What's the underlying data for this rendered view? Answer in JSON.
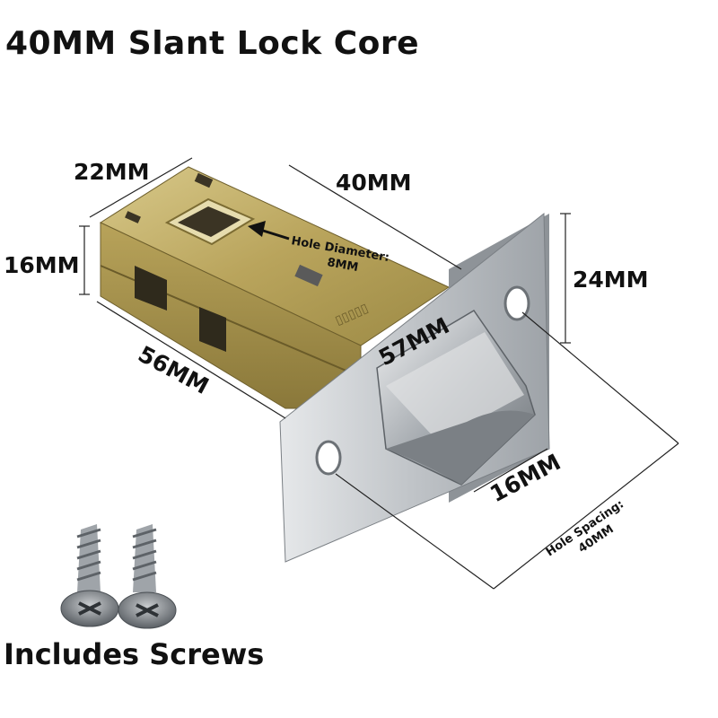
{
  "title": "40MM Slant Lock Core",
  "footer": "Includes Screws",
  "dimensions": {
    "width_top": "22MM",
    "length_top": "40MM",
    "height_side": "16MM",
    "plate_height": "24MM",
    "body_length": "56MM",
    "latch_length": "57MM",
    "latch_width": "16MM"
  },
  "notes": {
    "hole_diameter_label": "Hole Diameter:",
    "hole_diameter_value": "8MM",
    "hole_spacing_label": "Hole Spacing:",
    "hole_spacing_value": "40MM"
  },
  "colors": {
    "brass": "#b8a35a",
    "steel": "#c9ccd0",
    "text": "#111111"
  }
}
